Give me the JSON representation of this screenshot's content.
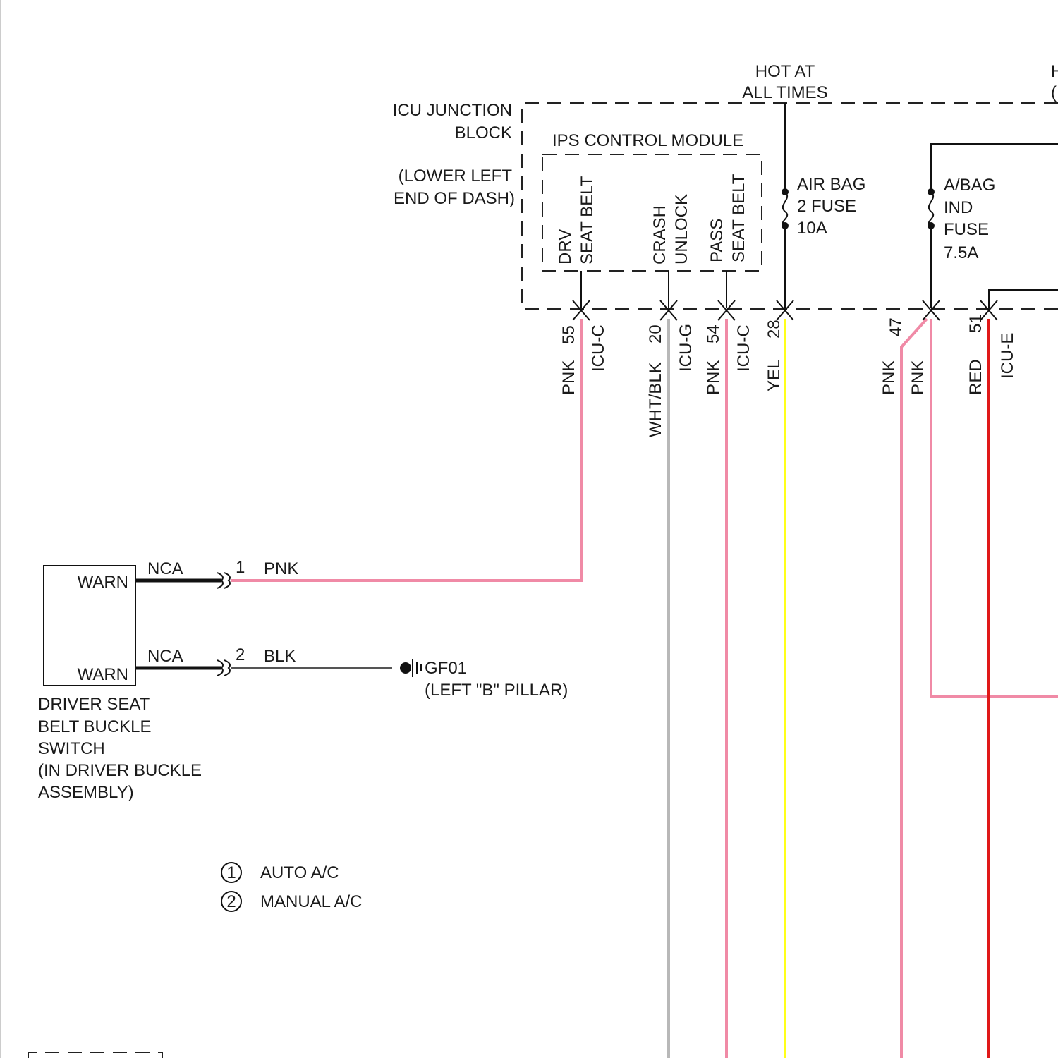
{
  "colors": {
    "pnk": "#f08aa6",
    "yel": "#ffff1a",
    "red": "#e01818",
    "wht_blk": "#b8b8b8",
    "blk_wire": "#555555",
    "black": "#111111"
  },
  "junction_block": {
    "title_line1": "ICU JUNCTION",
    "title_line2": "BLOCK",
    "location_line1": "(LOWER LEFT",
    "location_line2": "END OF DASH)"
  },
  "power": {
    "hot_line1": "HOT AT",
    "hot_line2": "ALL TIMES",
    "right_edge_1": "H",
    "right_edge_2": "("
  },
  "ips_module": {
    "title": "IPS CONTROL MODULE",
    "drv_line1": "DRV",
    "drv_line2": "SEAT BELT",
    "crash_line1": "CRASH",
    "crash_line2": "UNLOCK",
    "pass_line1": "PASS",
    "pass_line2": "SEAT BELT"
  },
  "fuses": {
    "airbag": [
      "AIR BAG",
      "2 FUSE",
      "10A"
    ],
    "abag_ind": [
      "A/BAG",
      "IND",
      "FUSE",
      "7.5A"
    ]
  },
  "pins": [
    {
      "pin": "55",
      "connector": "ICU-C",
      "color": "PNK"
    },
    {
      "pin": "20",
      "connector": "ICU-G",
      "color": "WHT/BLK"
    },
    {
      "pin": "54",
      "connector": "ICU-C",
      "color": "PNK"
    },
    {
      "pin": "28",
      "connector": "",
      "color": "YEL"
    },
    {
      "pin": "47",
      "connector": "",
      "color": "PNK"
    },
    {
      "pin": "",
      "connector": "",
      "color": "PNK"
    },
    {
      "pin": "51",
      "connector": "ICU-E",
      "color": "RED"
    }
  ],
  "switch": {
    "warn_top": "WARN",
    "warn_bottom": "WARN",
    "nca_top": "NCA",
    "nca_bottom": "NCA",
    "pin1": "1",
    "pin2": "2",
    "wire1_color": "PNK",
    "wire2_color": "BLK",
    "name_lines": [
      "DRIVER SEAT",
      "BELT BUCKLE",
      "SWITCH",
      "(IN DRIVER BUCKLE",
      "ASSEMBLY)"
    ]
  },
  "ground": {
    "id": "GF01",
    "location": "(LEFT \"B\" PILLAR)"
  },
  "legend": [
    {
      "num": "1",
      "label": "AUTO A/C"
    },
    {
      "num": "2",
      "label": "MANUAL A/C"
    }
  ]
}
